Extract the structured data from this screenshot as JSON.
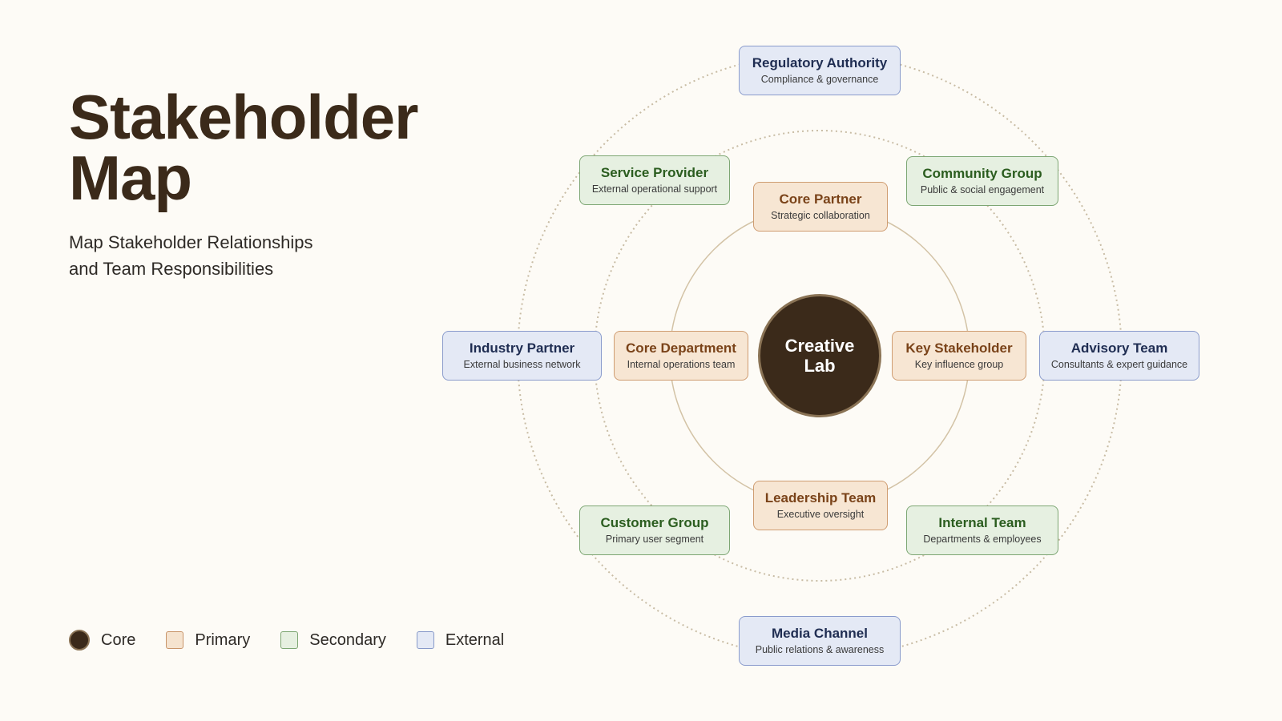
{
  "title": {
    "line1": "Stakeholder",
    "line2": "Map"
  },
  "subtitle": {
    "line1": "Map Stakeholder Relationships",
    "line2": "and Team Responsibilities"
  },
  "colors": {
    "core": "#3b2a1a",
    "primary_fill": "#f7e6d3",
    "secondary_fill": "#e6f0e1",
    "external_fill": "#e4e9f5"
  },
  "center": {
    "line1": "Creative",
    "line2": "Lab"
  },
  "nodes": {
    "core_partner": {
      "title": "Core Partner",
      "subtitle": "Strategic collaboration",
      "tier": "primary"
    },
    "core_department": {
      "title": "Core Department",
      "subtitle": "Internal operations team",
      "tier": "primary"
    },
    "key_stakeholder": {
      "title": "Key Stakeholder",
      "subtitle": "Key influence group",
      "tier": "primary"
    },
    "leadership_team": {
      "title": "Leadership Team",
      "subtitle": "Executive oversight",
      "tier": "primary"
    },
    "service_provider": {
      "title": "Service Provider",
      "subtitle": "External operational support",
      "tier": "secondary"
    },
    "community_group": {
      "title": "Community Group",
      "subtitle": "Public & social engagement",
      "tier": "secondary"
    },
    "customer_group": {
      "title": "Customer Group",
      "subtitle": "Primary user segment",
      "tier": "secondary"
    },
    "internal_team": {
      "title": "Internal Team",
      "subtitle": "Departments & employees",
      "tier": "secondary"
    },
    "regulatory_authority": {
      "title": "Regulatory Authority",
      "subtitle": "Compliance & governance",
      "tier": "external"
    },
    "industry_partner": {
      "title": "Industry Partner",
      "subtitle": "External business network",
      "tier": "external"
    },
    "advisory_team": {
      "title": "Advisory Team",
      "subtitle": "Consultants & expert guidance",
      "tier": "external"
    },
    "media_channel": {
      "title": "Media Channel",
      "subtitle": "Public relations & awareness",
      "tier": "external"
    }
  },
  "legend": {
    "core": "Core",
    "primary": "Primary",
    "secondary": "Secondary",
    "external": "External"
  }
}
